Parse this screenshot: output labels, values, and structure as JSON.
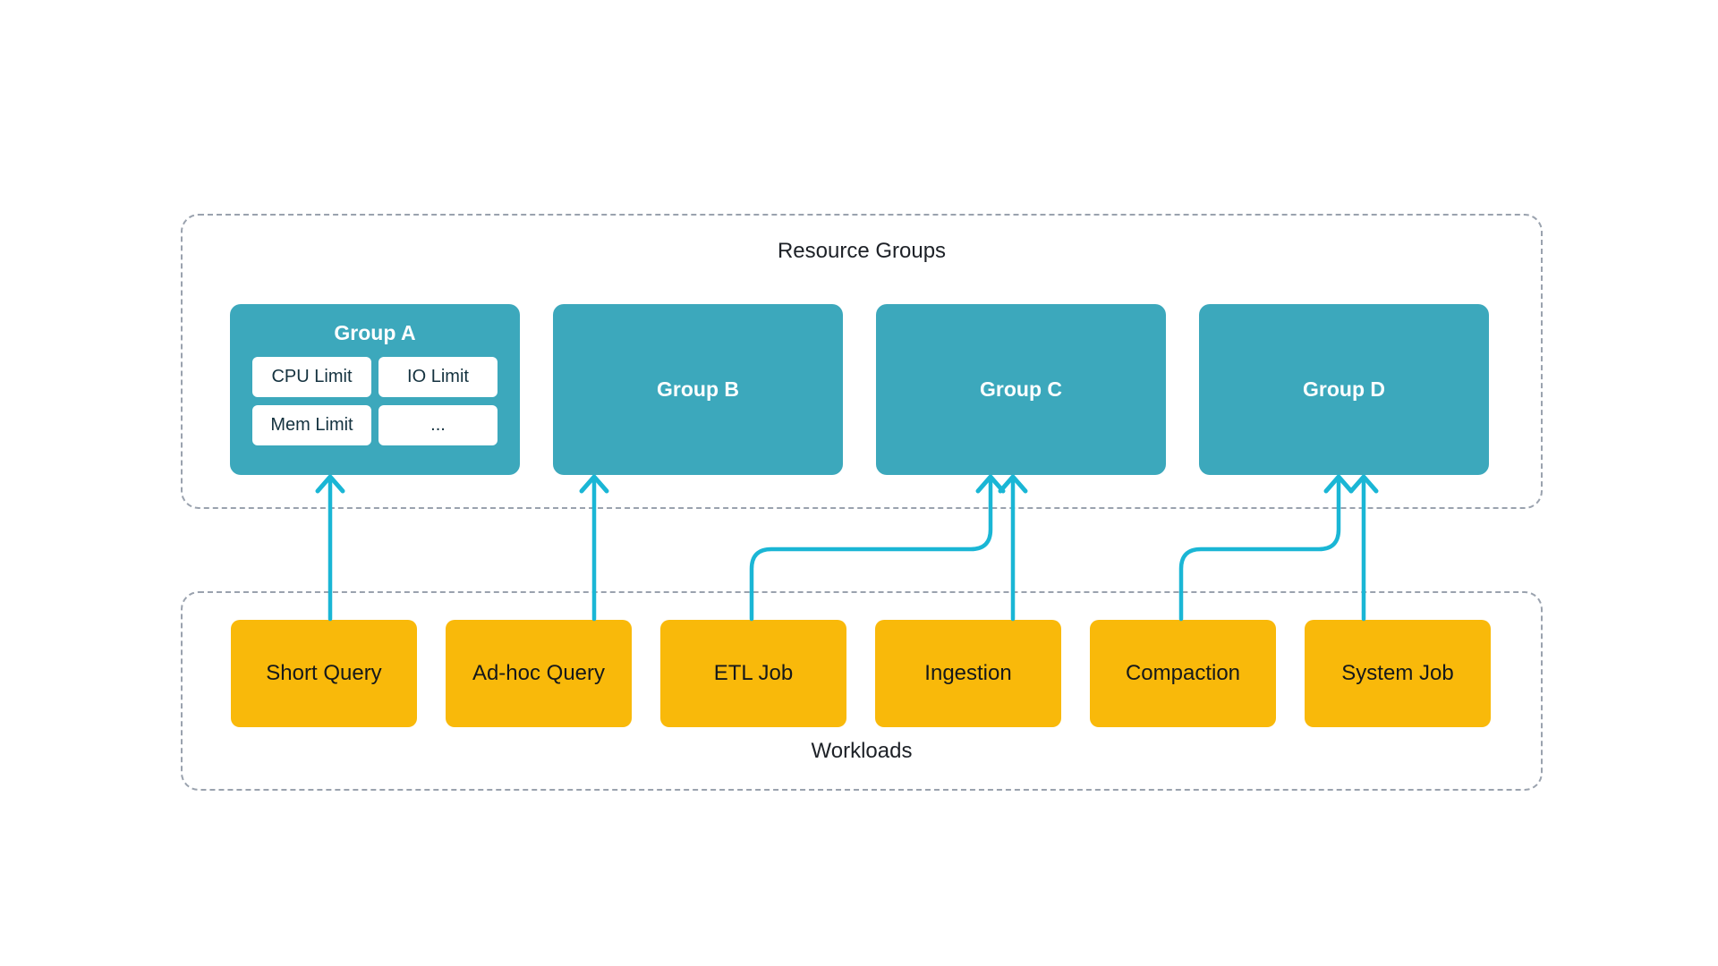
{
  "resource_groups": {
    "title": "Resource Groups",
    "groups": [
      {
        "id": "group-a",
        "label": "Group A",
        "limits": [
          "CPU Limit",
          "IO Limit",
          "Mem Limit",
          "..."
        ]
      },
      {
        "id": "group-b",
        "label": "Group B"
      },
      {
        "id": "group-c",
        "label": "Group C"
      },
      {
        "id": "group-d",
        "label": "Group D"
      }
    ]
  },
  "workloads": {
    "title": "Workloads",
    "items": [
      {
        "id": "short-query",
        "label": "Short Query"
      },
      {
        "id": "ad-hoc-query",
        "label": "Ad-hoc Query"
      },
      {
        "id": "etl-job",
        "label": "ETL Job"
      },
      {
        "id": "ingestion",
        "label": "Ingestion"
      },
      {
        "id": "compaction",
        "label": "Compaction"
      },
      {
        "id": "system-job",
        "label": "System Job"
      }
    ]
  },
  "connections": [
    {
      "from": "Short Query",
      "to": "Group A",
      "shape": "straight"
    },
    {
      "from": "Ad-hoc Query",
      "to": "Group B",
      "shape": "straight"
    },
    {
      "from": "ETL Job",
      "to": "Group C",
      "shape": "elbow"
    },
    {
      "from": "Ingestion",
      "to": "Group C",
      "shape": "straight"
    },
    {
      "from": "Compaction",
      "to": "Group D",
      "shape": "elbow"
    },
    {
      "from": "System Job",
      "to": "Group D",
      "shape": "straight"
    }
  ],
  "colors": {
    "background": "#FFFFFF",
    "group_box": "#3CA8BC",
    "workload_box": "#F9B90A",
    "arrow": "#1AB6D5",
    "container_border": "#9AA2AE",
    "heading_text": "#1D2127",
    "group_label_text": "#FFFFFF",
    "limit_chip_bg": "#FFFFFF",
    "limit_chip_text": "#14323F",
    "workload_text": "#15181B"
  }
}
